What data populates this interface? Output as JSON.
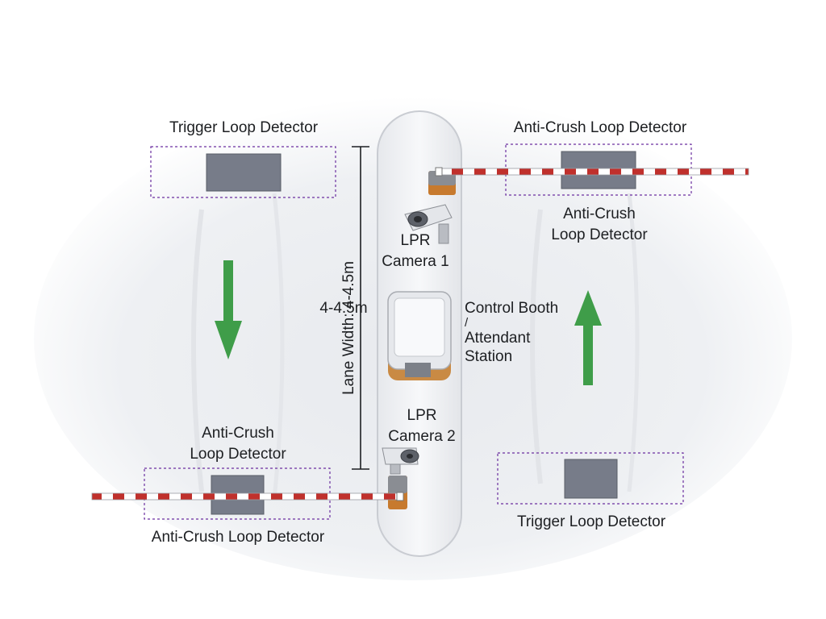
{
  "labels": {
    "trigger_top_left": "Trigger Loop Detector",
    "anti_crush_top_right": "Anti-Crush Loop Detector",
    "anti_crush_right_line1": "Anti-Crush",
    "anti_crush_right_line2": "Loop Detector",
    "lpr1_line1": "LPR",
    "lpr1_line2": "Camera 1",
    "lane_width_value": "4-4.5m",
    "lane_width_rotated": "Lane Width: 4-4.5m",
    "control_booth_line1": "Control Booth",
    "control_booth_line2": "/",
    "control_booth_line3": "Attendant",
    "control_booth_line4": "Station",
    "lpr2_line1": "LPR",
    "lpr2_line2": "Camera 2",
    "anti_crush_left_line1": "Anti-Crush",
    "anti_crush_left_line2": "Loop Detector",
    "anti_crush_bottom_left": "Anti-Crush Loop Detector",
    "trigger_bottom_right": "Trigger Loop Detector"
  },
  "colors": {
    "arrow": "#3f9d49",
    "loop_pad": "#777c89",
    "loop_outline": "#6b2fa0",
    "barrier_stripe": "#c0302c",
    "island": "#f3f4f6",
    "motor_housing": "#c77a2e"
  },
  "icons": [
    "lpr-camera-icon",
    "barrier-arm-icon",
    "booth-icon",
    "traffic-arrow-icon"
  ]
}
